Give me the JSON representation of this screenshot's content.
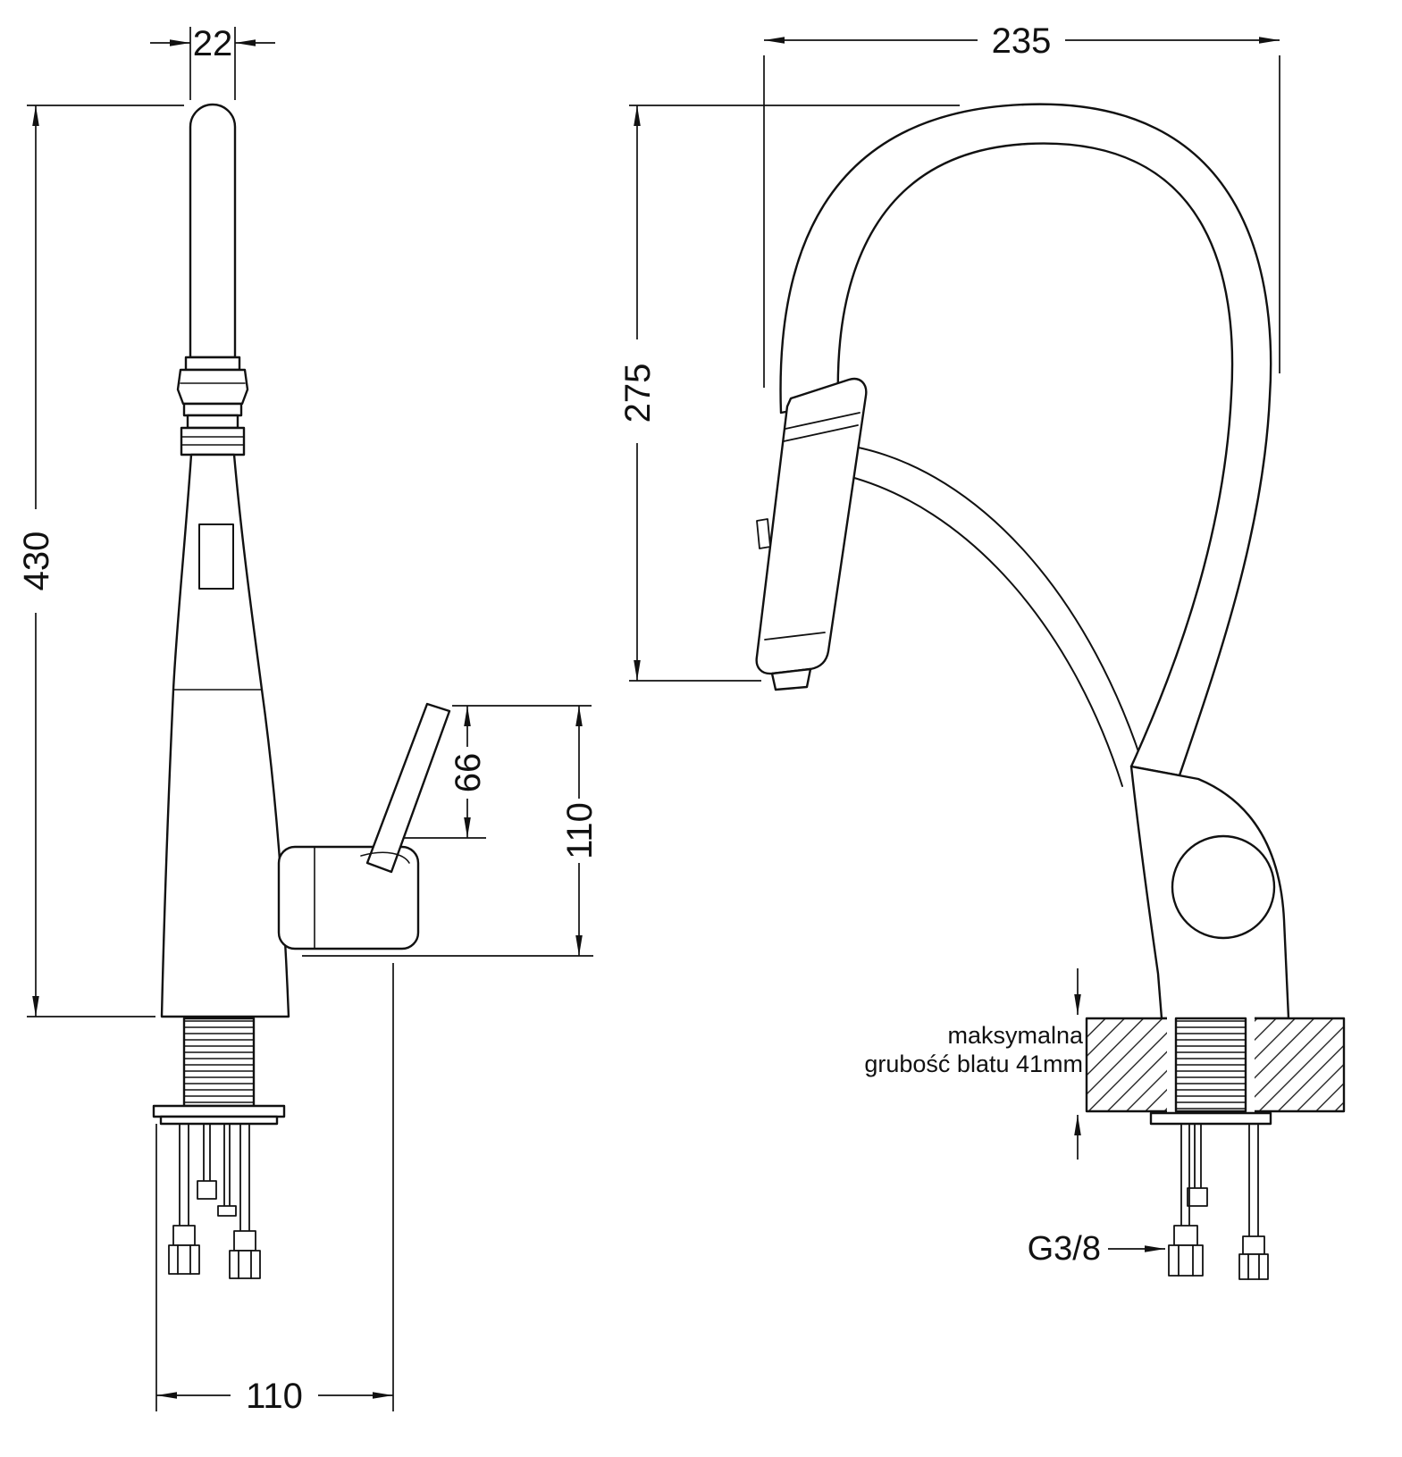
{
  "drawing": {
    "type": "technical-dimension-drawing",
    "subject": "kitchen pull-out spray faucet, two orthographic views",
    "line_color": "#111111",
    "background": "#ffffff",
    "side_view": {
      "dimensions": {
        "spout_tube_width": "22",
        "total_height": "430",
        "handle_rise": "66",
        "handle_height": "110",
        "base_width": "110"
      }
    },
    "front_view": {
      "dimensions": {
        "spout_reach": "235",
        "spout_clearance": "275",
        "connection_thread": "G3/8"
      },
      "countertop_note_line1": "maksymalna",
      "countertop_note_line2": "grubość blatu 41mm"
    }
  }
}
